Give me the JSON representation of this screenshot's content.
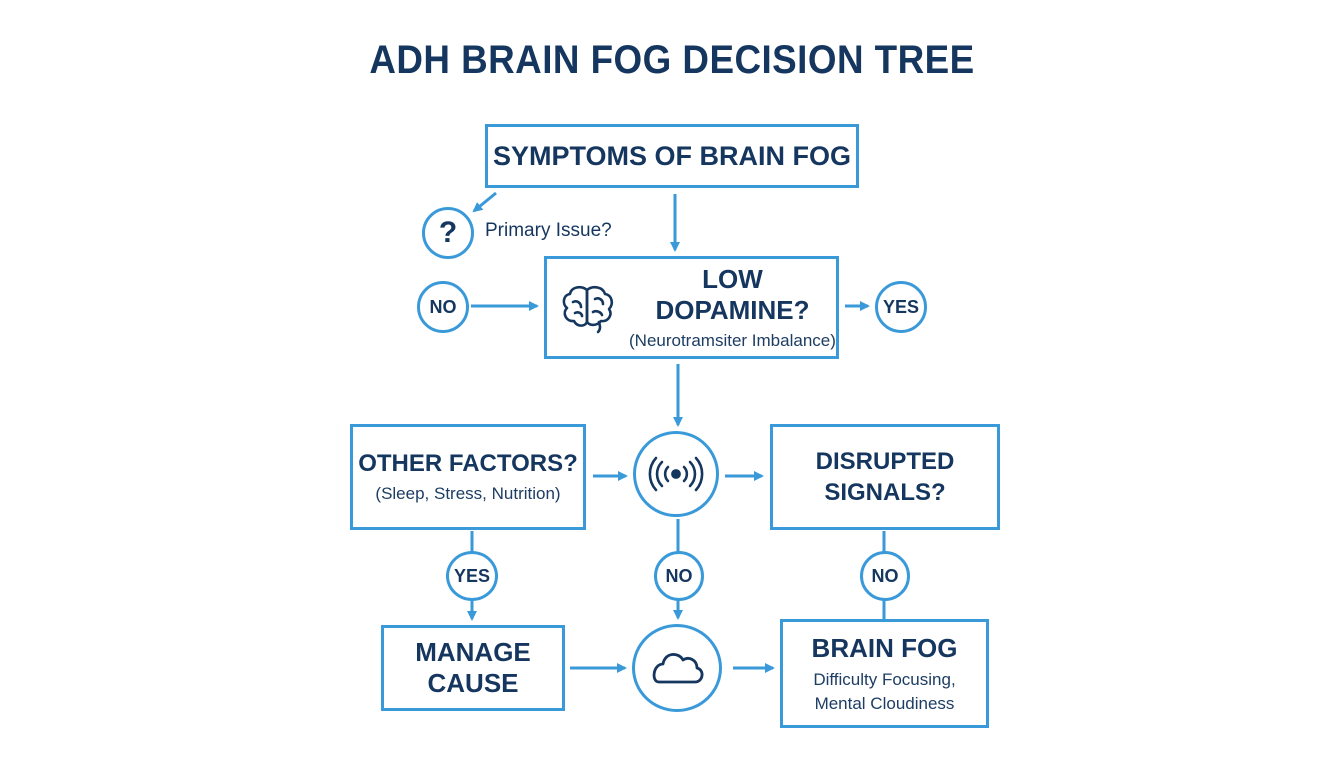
{
  "title": "ADH BRAIN FOG DECISION TREE",
  "nodes": {
    "symptoms": {
      "heading": "SYMPTOMS OF BRAIN FOG"
    },
    "primary_issue": {
      "icon": "question-icon",
      "glyph": "?",
      "label": "Primary Issue?"
    },
    "dopamine": {
      "heading": "LOW DOPAMINE?",
      "sub": "(Neurotramsiter Imbalance)",
      "icon": "brain-icon"
    },
    "other_factors": {
      "heading": "OTHER FACTORS?",
      "sub": "(Sleep, Stress, Nutrition)"
    },
    "signal_hub": {
      "icon": "signal-waves-icon"
    },
    "disrupted": {
      "heading_line1": "DISRUPTED",
      "heading_line2": "SIGNALS?"
    },
    "manage": {
      "heading_line1": "MANAGE",
      "heading_line2": "CAUSE"
    },
    "cloud_hub": {
      "icon": "cloud-icon"
    },
    "brain_fog": {
      "heading": "BRAIN FOG",
      "sub_line1": "Difficulty Focusing,",
      "sub_line2": "Mental Cloudiness"
    }
  },
  "badges": {
    "no_left": "NO",
    "yes_right": "YES",
    "yes_other": "YES",
    "no_center": "NO",
    "no_disrupted": "NO"
  },
  "colors": {
    "accent": "#3a9ad9",
    "text": "#15365e",
    "background": "#ffffff"
  }
}
